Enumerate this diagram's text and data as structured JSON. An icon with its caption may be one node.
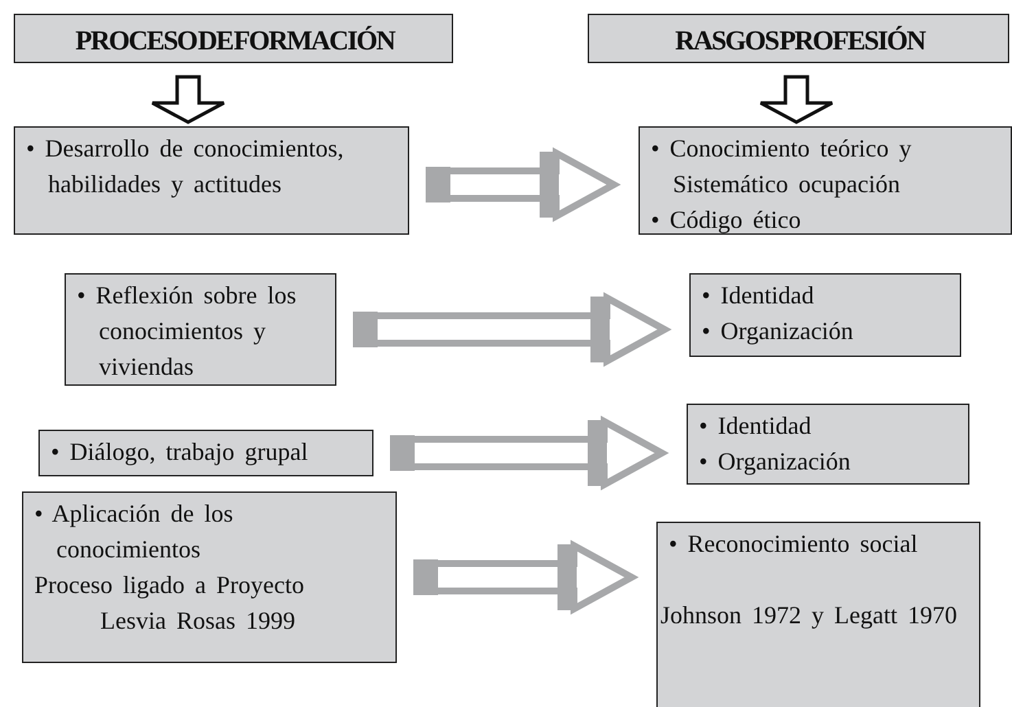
{
  "diagram": {
    "nodes": [
      {
        "text": [
          "PROCESO DE FORMACIÓN"
        ]
      },
      {
        "text": [
          "RASGOS PROFESIÓN"
        ]
      },
      {
        "text": [
          "• Desarrollo de conocimientos, habilidades y actitudes"
        ]
      },
      {
        "text": [
          "• Reflexión sobre los conocimientos y viviendas"
        ]
      },
      {
        "text": [
          "• Diálogo, trabajo grupal"
        ]
      },
      {
        "text": [
          "• Aplicación de los conocimientos",
          "Proceso ligado a Proyecto",
          "Lesvia Rosas 1999"
        ]
      },
      {
        "text": [
          "• Conocimiento teórico y Sistemático ocupación",
          "• Código ético"
        ]
      },
      {
        "text": [
          "• Identidad",
          "• Organización"
        ]
      },
      {
        "text": [
          "• Identidad",
          "• Organización"
        ]
      },
      {
        "text": [
          "• Reconocimiento social",
          "Johnson 1972 y Legatt 1970"
        ]
      }
    ],
    "edges": [
      {
        "from": 0,
        "to": 2,
        "arrow": "to"
      },
      {
        "from": 1,
        "to": 6,
        "arrow": "to"
      },
      {
        "from": 2,
        "to": 6,
        "arrow": "to"
      },
      {
        "from": 3,
        "to": 7,
        "arrow": "to"
      },
      {
        "from": 4,
        "to": 8,
        "arrow": "to"
      },
      {
        "from": 5,
        "to": 9,
        "arrow": "to"
      }
    ]
  }
}
